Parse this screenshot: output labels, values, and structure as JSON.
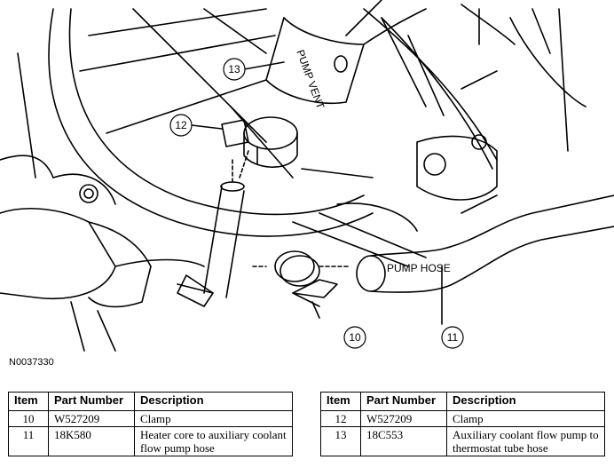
{
  "figure": {
    "id": "N0037330",
    "callouts": [
      "13",
      "12",
      "10",
      "11"
    ],
    "hose_labels": {
      "pump_vent": "PUMP VENT",
      "pump_hose": "PUMP HOSE"
    }
  },
  "tables": [
    {
      "headers": [
        "Item",
        "Part Number",
        "Description"
      ],
      "rows": [
        [
          "10",
          "W527209",
          "Clamp"
        ],
        [
          "11",
          "18K580",
          "Heater core to auxiliary coolant flow pump hose"
        ]
      ]
    },
    {
      "headers": [
        "Item",
        "Part Number",
        "Description"
      ],
      "rows": [
        [
          "12",
          "W527209",
          "Clamp"
        ],
        [
          "13",
          "18C553",
          "Auxiliary coolant flow pump to thermostat tube hose"
        ]
      ]
    }
  ]
}
